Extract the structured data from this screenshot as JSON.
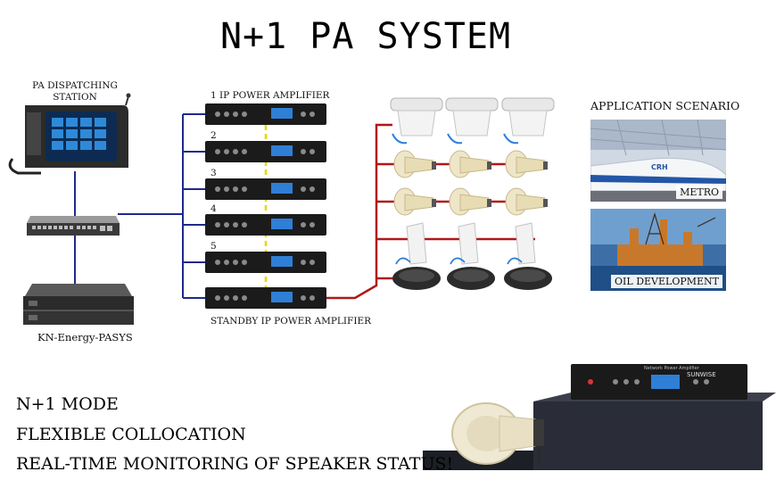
{
  "title": "N+1 PA SYSTEM",
  "labels": {
    "dispatching_station": "PA DISPATCHING STATION",
    "amplifier_1": "1 IP POWER AMPLIFIER",
    "amplifier_2": "2",
    "amplifier_3": "3",
    "amplifier_4": "4",
    "amplifier_5": "5",
    "standby_amplifier": "STANDBY IP POWER AMPLIFIER",
    "server": "KN-Energy-PASYS",
    "application_scenario": "APPLICATION SCENARIO",
    "metro": "METRO",
    "oil_development": "OIL DEVELOPMENT",
    "train_badge": "CRH"
  },
  "features": {
    "mode": "N+1 MODE",
    "collocation": "FLEXIBLE COLLOCATION",
    "monitoring": "REAL-TIME MONITORING OF SPEAKER STATUS!"
  },
  "product": {
    "brand": "SUNWISE",
    "model_text": "Network Power Amplifier"
  },
  "colors": {
    "network_line": "#1f2a8a",
    "speaker_line": "#b01818",
    "monitor_line": "#e6d800",
    "device_body": "#1b1b1b",
    "lcd": "#2f7fd6"
  },
  "icons": {
    "ceiling_speaker": "ceiling-speaker-icon",
    "horn_speaker": "horn-speaker-icon",
    "column_speaker": "column-speaker-icon",
    "pendant_speaker": "pendant-speaker-icon"
  }
}
